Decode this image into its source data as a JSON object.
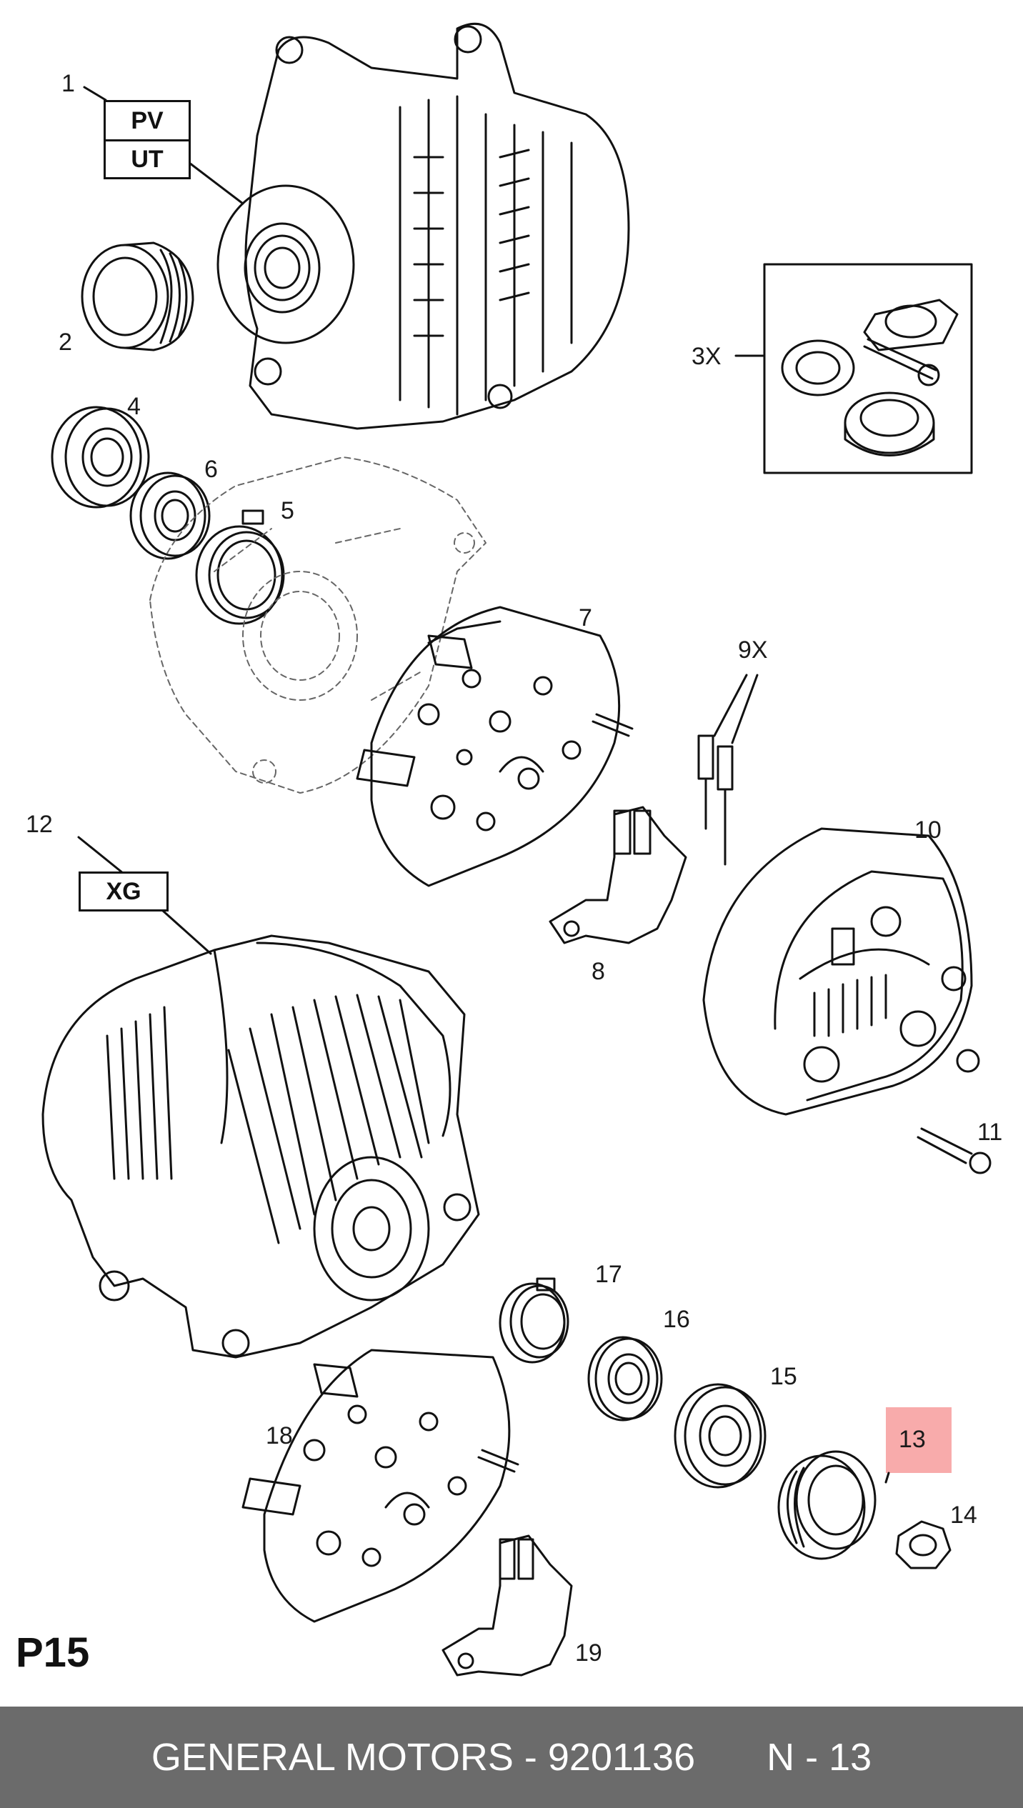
{
  "labels": {
    "1": "1",
    "2": "2",
    "3x": "3X",
    "4": "4",
    "5": "5",
    "6": "6",
    "7": "7",
    "8": "8",
    "9x": "9X",
    "10": "10",
    "11": "11",
    "12": "12",
    "13": "13",
    "14": "14",
    "15": "15",
    "16": "16",
    "17": "17",
    "18": "18",
    "19": "19"
  },
  "codes": {
    "pv": "PV",
    "ut": "UT",
    "xg": "XG"
  },
  "page_code": "P15",
  "footer": {
    "brand_part": "GENERAL MOTORS - 9201136",
    "ref": "N - 13"
  },
  "colors": {
    "highlight": "#f79c9c",
    "footer_bg": "#6b6b6b"
  }
}
